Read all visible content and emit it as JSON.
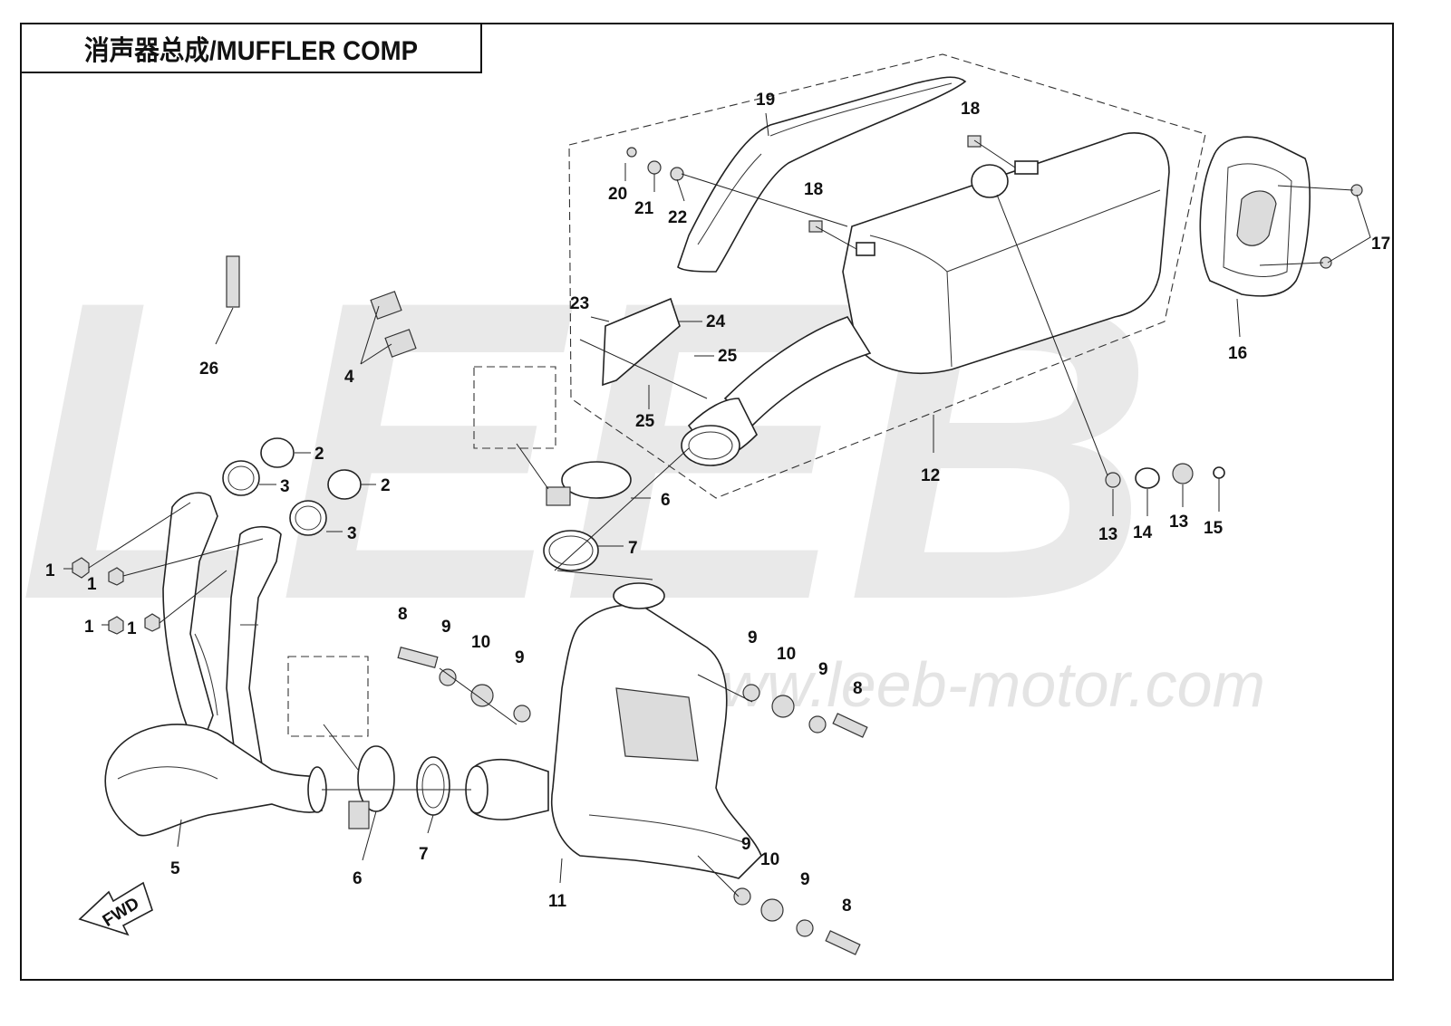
{
  "title": "消声器总成/MUFFLER COMP",
  "watermark": {
    "letters": "LEEB",
    "url": "www.leeb-motor.com"
  },
  "fwd_label": "FWD",
  "callouts": [
    {
      "id": "c1a",
      "label": "1"
    },
    {
      "id": "c1b",
      "label": "1"
    },
    {
      "id": "c1c",
      "label": "1"
    },
    {
      "id": "c1d",
      "label": "1"
    },
    {
      "id": "c2a",
      "label": "2"
    },
    {
      "id": "c2b",
      "label": "2"
    },
    {
      "id": "c3a",
      "label": "3"
    },
    {
      "id": "c3b",
      "label": "3"
    },
    {
      "id": "c4",
      "label": "4"
    },
    {
      "id": "c5",
      "label": "5"
    },
    {
      "id": "c6a",
      "label": "6"
    },
    {
      "id": "c6b",
      "label": "6"
    },
    {
      "id": "c7a",
      "label": "7"
    },
    {
      "id": "c7b",
      "label": "7"
    },
    {
      "id": "c8a",
      "label": "8"
    },
    {
      "id": "c8b",
      "label": "8"
    },
    {
      "id": "c8c",
      "label": "8"
    },
    {
      "id": "c9a",
      "label": "9"
    },
    {
      "id": "c9b",
      "label": "9"
    },
    {
      "id": "c9c",
      "label": "9"
    },
    {
      "id": "c9d",
      "label": "9"
    },
    {
      "id": "c9e",
      "label": "9"
    },
    {
      "id": "c9f",
      "label": "9"
    },
    {
      "id": "c10a",
      "label": "10"
    },
    {
      "id": "c10b",
      "label": "10"
    },
    {
      "id": "c10c",
      "label": "10"
    },
    {
      "id": "c11",
      "label": "11"
    },
    {
      "id": "c12",
      "label": "12"
    },
    {
      "id": "c13a",
      "label": "13"
    },
    {
      "id": "c13b",
      "label": "13"
    },
    {
      "id": "c14",
      "label": "14"
    },
    {
      "id": "c15",
      "label": "15"
    },
    {
      "id": "c16",
      "label": "16"
    },
    {
      "id": "c17",
      "label": "17"
    },
    {
      "id": "c18a",
      "label": "18"
    },
    {
      "id": "c18b",
      "label": "18"
    },
    {
      "id": "c19",
      "label": "19"
    },
    {
      "id": "c20",
      "label": "20"
    },
    {
      "id": "c21",
      "label": "21"
    },
    {
      "id": "c22",
      "label": "22"
    },
    {
      "id": "c23",
      "label": "23"
    },
    {
      "id": "c24",
      "label": "24"
    },
    {
      "id": "c25a",
      "label": "25"
    },
    {
      "id": "c25b",
      "label": "25"
    },
    {
      "id": "c26",
      "label": "26"
    }
  ]
}
